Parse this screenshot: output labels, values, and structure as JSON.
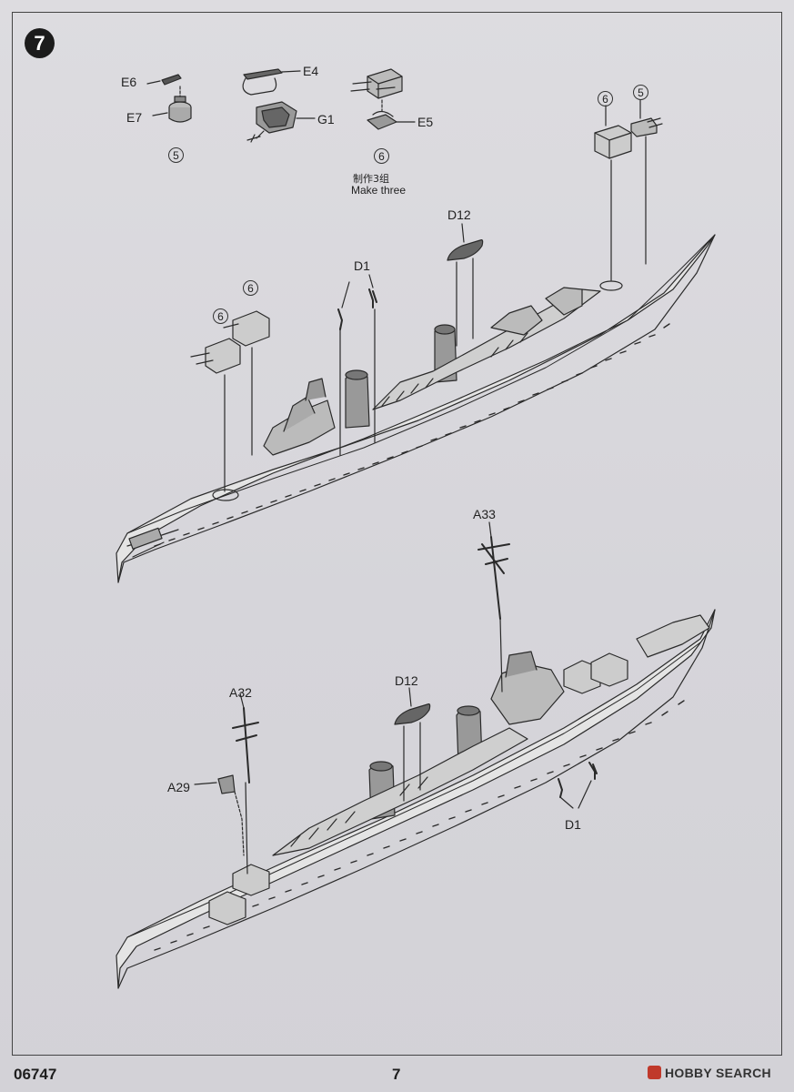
{
  "step": {
    "number": "7"
  },
  "labels": {
    "E6": "E6",
    "E7": "E7",
    "E4": "E4",
    "G1": "G1",
    "E5": "E5",
    "D12_top": "D12",
    "D1_top": "D1",
    "A33": "A33",
    "D12_bottom": "D12",
    "A32": "A32",
    "A29": "A29",
    "D1_bottom": "D1"
  },
  "circled_refs": {
    "ref_5_small": "5",
    "ref_6_turret": "6",
    "ref_6_right": "6",
    "ref_5_right": "5",
    "ref_6_bow_a": "6",
    "ref_6_bow_b": "6"
  },
  "note": {
    "chinese": "制作3组",
    "english": "Make three"
  },
  "footer": {
    "product_code": "06747",
    "page_number": "7"
  },
  "watermark": {
    "text": "HOBBY SEARCH",
    "color": "#c0392b"
  },
  "colors": {
    "ink": "#2a2a2a",
    "paper": "#d9d8dc",
    "frame": "#444444"
  },
  "icons": [
    "ship-hull-icon",
    "turret-icon",
    "funnel-icon",
    "lifeboat-icon",
    "mast-icon",
    "searchlight-icon",
    "davit-icon"
  ]
}
